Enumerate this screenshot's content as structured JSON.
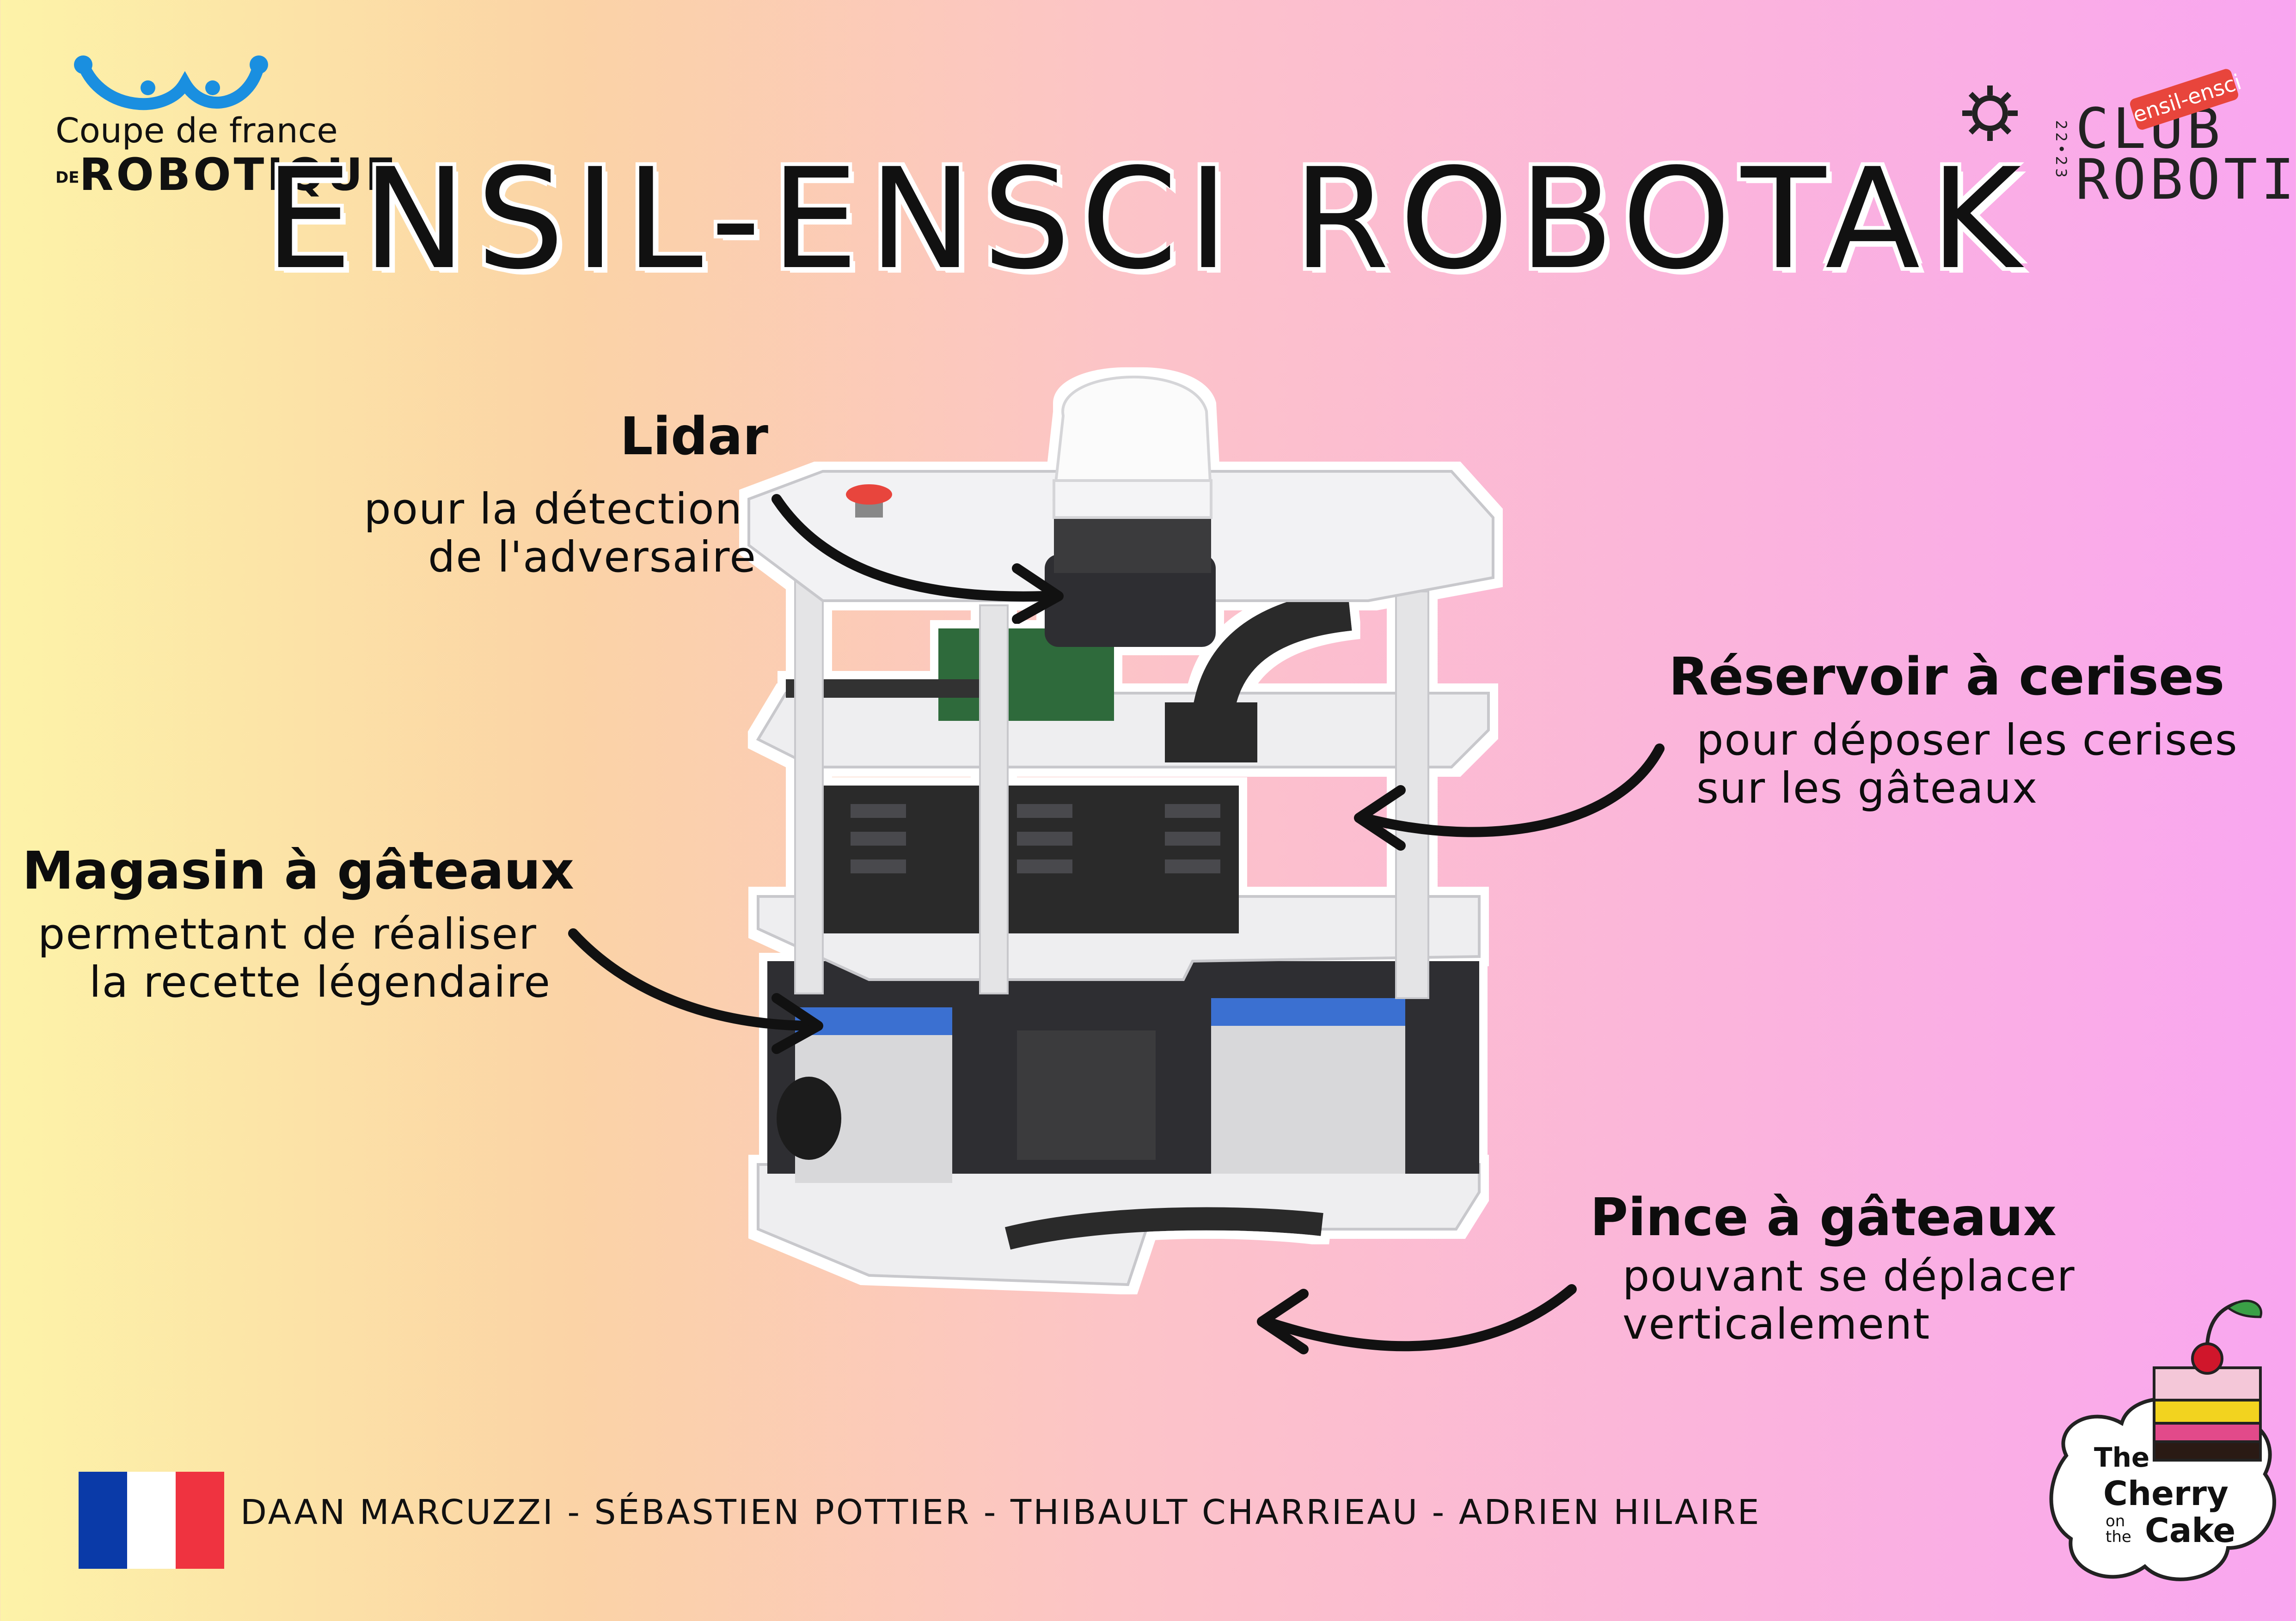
{
  "title": "ENSIL-ENSCI ROBOTAK",
  "logos": {
    "left": {
      "line1": "Coupe de france",
      "line2_prefix": "DE",
      "line2": "ROBOTIQUE"
    },
    "right": {
      "line1": "CLUB",
      "line2": "ROBOTIK",
      "badge": "ensil-ensci",
      "year": "22•23"
    },
    "bottom_right": {
      "the": "The",
      "cherry": "Cherry",
      "on_the": "on the",
      "cake": "Cake"
    }
  },
  "callouts": {
    "lidar": {
      "title": "Lidar",
      "lines": [
        "pour la détection",
        "de l'adversaire"
      ]
    },
    "reservoir": {
      "title": "Réservoir à cerises",
      "lines": [
        "pour déposer les cerises",
        "sur les gâteaux"
      ]
    },
    "magasin": {
      "title": "Magasin à gâteaux",
      "lines": [
        "permettant de réaliser",
        "la recette légendaire"
      ]
    },
    "pince": {
      "title": "Pince à gâteaux",
      "lines": [
        "pouvant se déplacer",
        "verticalement"
      ]
    }
  },
  "credits": "DAAN MARCUZZI - SÉBASTIEN POTTIER - THIBAULT CHARRIEAU - ADRIEN HILAIRE",
  "colors": {
    "flag_blue": "#0a3aa8",
    "flag_white": "#ffffff",
    "flag_red": "#ef3340",
    "logo_blue": "#1a8fe0",
    "badge_red": "#e8453c",
    "plate": "#f2f2f4",
    "plate_edge": "#cfcfd3",
    "dark_part": "#2e2e30",
    "battery_blue": "#3b6fd1"
  },
  "icons": [
    "smile-robot-icon",
    "gear-icon",
    "cherry-cake-icon",
    "emergency-stop-icon",
    "flag-france-icon"
  ]
}
